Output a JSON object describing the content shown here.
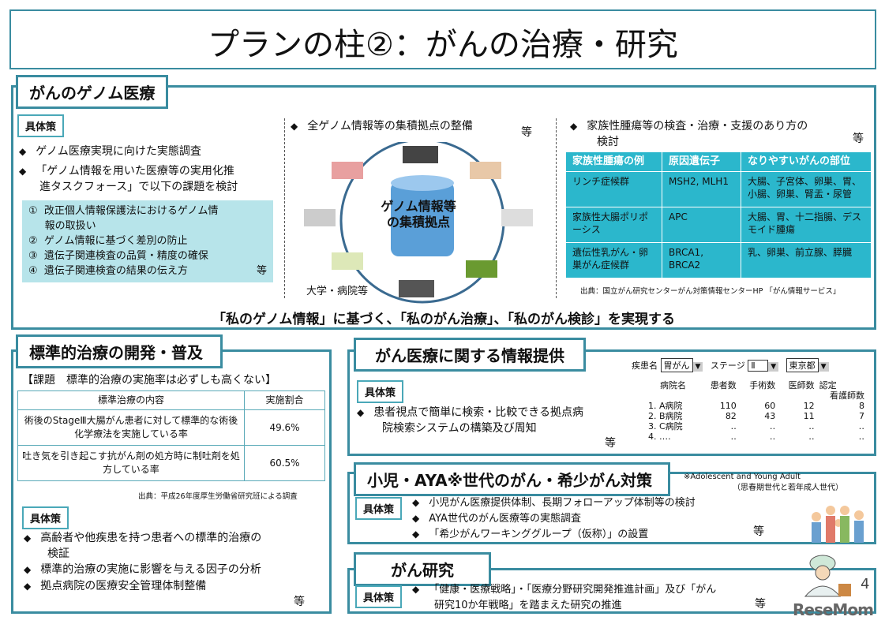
{
  "title": "プランの柱②：がんの治療・研究",
  "genome": {
    "header": "がんのゲノム医療",
    "tag": "具体策",
    "bullets": [
      "ゲノム医療実現に向けた実態調査",
      "「ゲノム情報を用いた医療等の実用化推",
      "進タスクフォース」で以下の課題を検討"
    ],
    "issues": [
      "①  改正個人情報保護法におけるゲノム情",
      "     報の取扱い",
      "②  ゲノム情報に基づく差別の防止",
      "③  遺伝子関連検査の品質・精度の確保",
      "④  遺伝子関連検査の結果の伝え方"
    ],
    "issues_etc": "等",
    "center_bullet": "全ゲノム情報等の集積拠点の整備",
    "center_etc": "等",
    "hub_label": [
      "ゲノム情報等",
      "の集積拠点"
    ],
    "univ_label": "大学・病院等",
    "right_bullet": [
      "家族性腫瘍等の検査・治療・支援のあり方の",
      "検討"
    ],
    "right_etc": "等",
    "table": {
      "headers": [
        "家族性腫瘍の例",
        "原因遺伝子",
        "なりやすいがんの部位"
      ],
      "rows": [
        [
          "リンチ症候群",
          "MSH2, MLH1",
          "大腸、子宮体、卵巣、胃、小腸、卵巣、腎盂・尿管"
        ],
        [
          "家族性大腸ポリポーシス",
          "APC",
          "大腸、胃、十二指腸、デスモイド腫瘍"
        ],
        [
          "遺伝性乳がん・卵巣がん症候群",
          "BRCA1, BRCA2",
          "乳、卵巣、前立腺、膵臓"
        ]
      ]
    },
    "source": "出典：国立がん研究センターがん対策情報センターHP 「がん情報サービス」",
    "statement": "「私のゲノム情報」に基づく、「私のがん治療」、「私のがん検診」を実現する"
  },
  "standard": {
    "header": "標準的治療の開発・普及",
    "issue": "【課題　標準的治療の実施率は必ずしも高くない】",
    "table": {
      "headers": [
        "標準治療の内容",
        "実施割合"
      ],
      "rows": [
        [
          "術後のStageⅢ大腸がん患者に対して標準的な術後化学療法を実施している率",
          "49.6%"
        ],
        [
          "吐き気を引き起こす抗がん剤の処方時に制吐剤を処方している率",
          "60.5%"
        ]
      ]
    },
    "source": "出典：平成26年度厚生労働省研究班による調査",
    "tag": "具体策",
    "bullets": [
      "高齢者や他疾患を持つ患者への標準的治療の",
      "検証",
      "標準的治療の実施に影響を与える因子の分析",
      "拠点病院の医療安全管理体制整備"
    ],
    "etc": "等"
  },
  "info": {
    "header": "がん医療に関する情報提供",
    "tag": "具体策",
    "bullet": [
      "患者視点で簡単に検索・比較できる拠点病",
      "院検索システムの構築及び周知"
    ],
    "etc": "等",
    "disease_label": "疾患名",
    "disease": "胃がん",
    "stage_label": "ステージ",
    "stage": "Ⅱ",
    "pref": "東京都",
    "columns": [
      "病院名",
      "患者数",
      "手術数",
      "医師数",
      "認定",
      "看護師数"
    ],
    "rows": [
      [
        "1. A病院",
        "110",
        "60",
        "12",
        "8"
      ],
      [
        "2. B病院",
        "82",
        "43",
        "11",
        "7"
      ],
      [
        "3. C病院",
        "‥",
        "‥",
        "‥",
        "‥"
      ],
      [
        "4. ‥‥",
        "‥",
        "‥",
        "‥",
        "‥"
      ]
    ]
  },
  "aya": {
    "header": "小児・AYA※世代のがん・希少がん対策",
    "note": [
      "※Adolescent and Young Adult",
      "（思春期世代と若年成人世代）"
    ],
    "tag": "具体策",
    "bullets": [
      "小児がん医療提供体制、長期フォローアップ体制等の検討",
      "AYA世代のがん医療等の実態調査",
      "「希少がんワーキンググループ（仮称）」の設置"
    ],
    "etc": "等"
  },
  "research": {
    "header": "がん研究",
    "tag": "具体策",
    "bullet": [
      "「健康・医療戦略」・「医療分野研究開発推進計画」及び「がん",
      "研究10か年戦略」を踏まえた研究の推進"
    ],
    "etc": "等"
  },
  "page_number": "4",
  "watermark": "ReseMom",
  "colors": {
    "border": "#3a8ca0",
    "table": "#2bb7cc",
    "issue_box": "#b7e4ea"
  }
}
